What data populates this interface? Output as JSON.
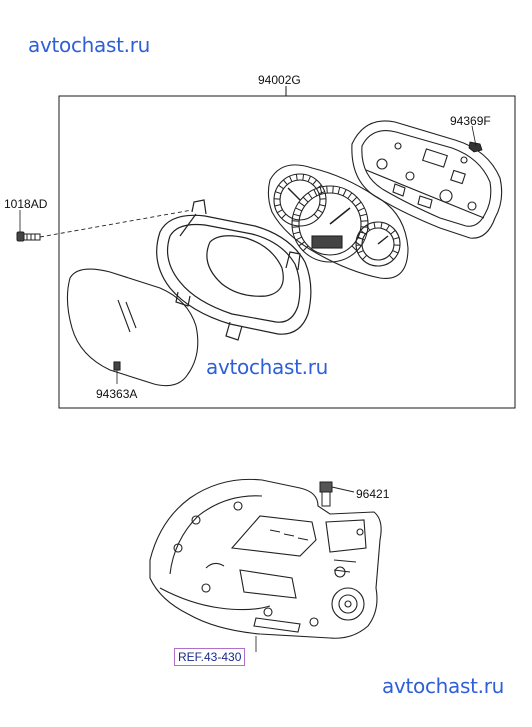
{
  "watermarks": [
    "avtochast.ru",
    "avtochast.ru",
    "avtochast.ru"
  ],
  "parts": {
    "cluster_assembly": "94002G",
    "screw": "1018AD",
    "connector": "94369F",
    "window": "94363A",
    "speed_sensor": "96421",
    "reference": "REF.43-430"
  },
  "colors": {
    "watermark": "#2f5fd6",
    "line": "#1a1a1a",
    "reference_frame": "#b070c8"
  }
}
